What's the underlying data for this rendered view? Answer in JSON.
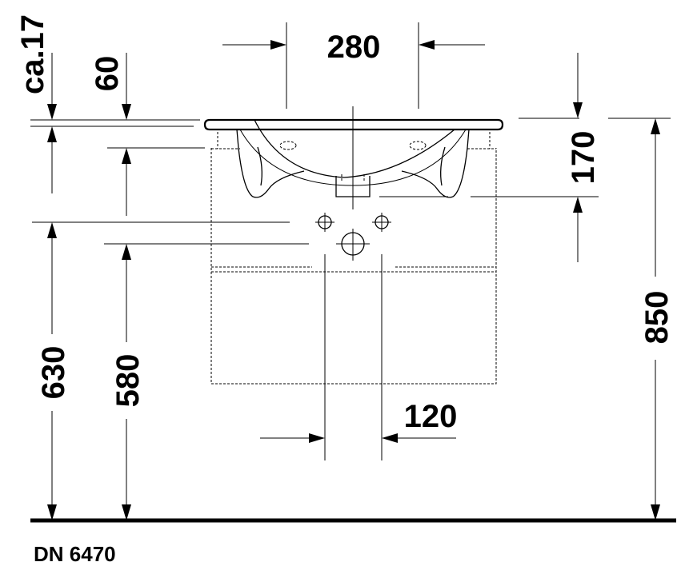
{
  "dimensions": {
    "width_top": "280",
    "height_170": "170",
    "total_height": "850",
    "height_630": "630",
    "height_580": "580",
    "spacing_120": "120",
    "height_60": "60",
    "ca_17": "ca.17"
  },
  "product_code": "DN 6470"
}
